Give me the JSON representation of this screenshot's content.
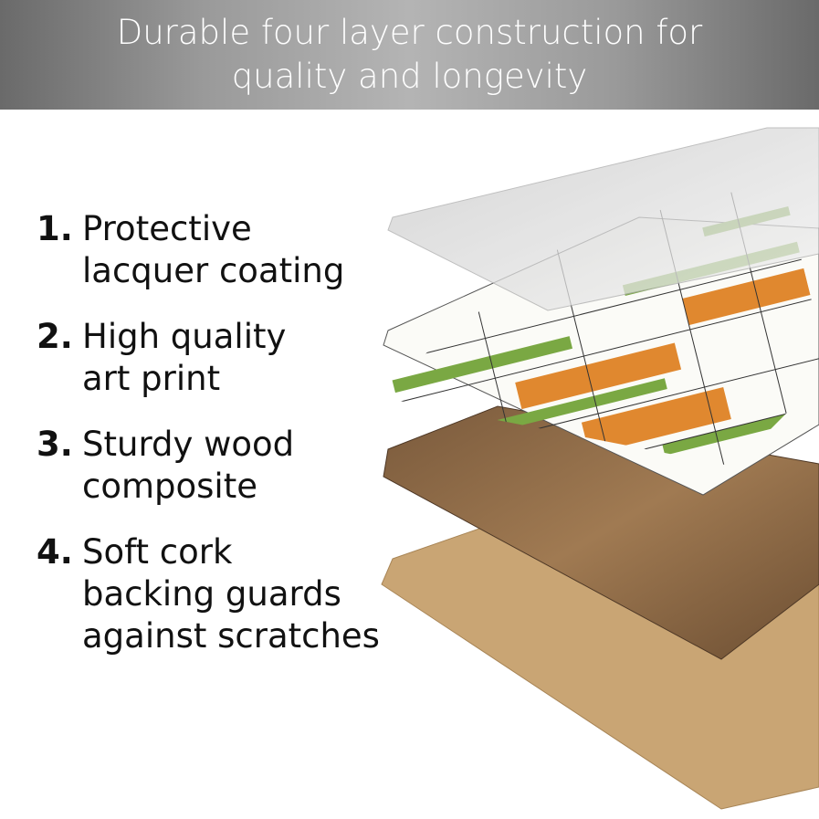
{
  "header": {
    "title": "Durable four layer construction for quality and longevity"
  },
  "layers": [
    {
      "number": "1.",
      "text": "Protective\nlacquer coating"
    },
    {
      "number": "2.",
      "text": "High quality\nart print"
    },
    {
      "number": "3.",
      "text": "Sturdy wood\ncomposite"
    },
    {
      "number": "4.",
      "text": "Soft cork\nbacking guards\nagainst scratches"
    }
  ],
  "colors": {
    "orange": "#e0882f",
    "green": "#7aa843",
    "wood": "#8a6a48",
    "cork": "#c9a574"
  }
}
